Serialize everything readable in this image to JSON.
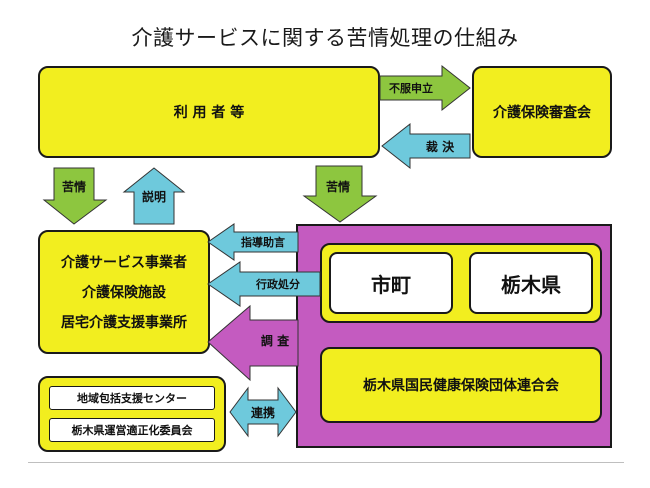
{
  "title": "介護サービスに関する苦情処理の仕組み",
  "nodes": {
    "users": "利 用 者 等",
    "review_board": "介護保険審査会",
    "providers": [
      "介護サービス事業者",
      "介護保険施設",
      "居宅介護支援事業所"
    ],
    "city": "市町",
    "prefecture": "栃木県",
    "federation": "栃木県国民健康保険団体連合会",
    "support_center": "地域包括支援センター",
    "committee": "栃木県運営適正化委員会"
  },
  "arrows": {
    "appeal": "不服申立",
    "decision": "裁 決",
    "complaint_left": "苦情",
    "explanation": "説明",
    "complaint_right": "苦情",
    "guidance": "指導助言",
    "admin_action": "行政処分",
    "investigation": "調 査",
    "cooperation": "連携"
  },
  "colors": {
    "yellow": "#f2ee1f",
    "green_arrow": "#8dc63f",
    "blue_arrow": "#6ec9dc",
    "purple": "#c45bc0"
  }
}
